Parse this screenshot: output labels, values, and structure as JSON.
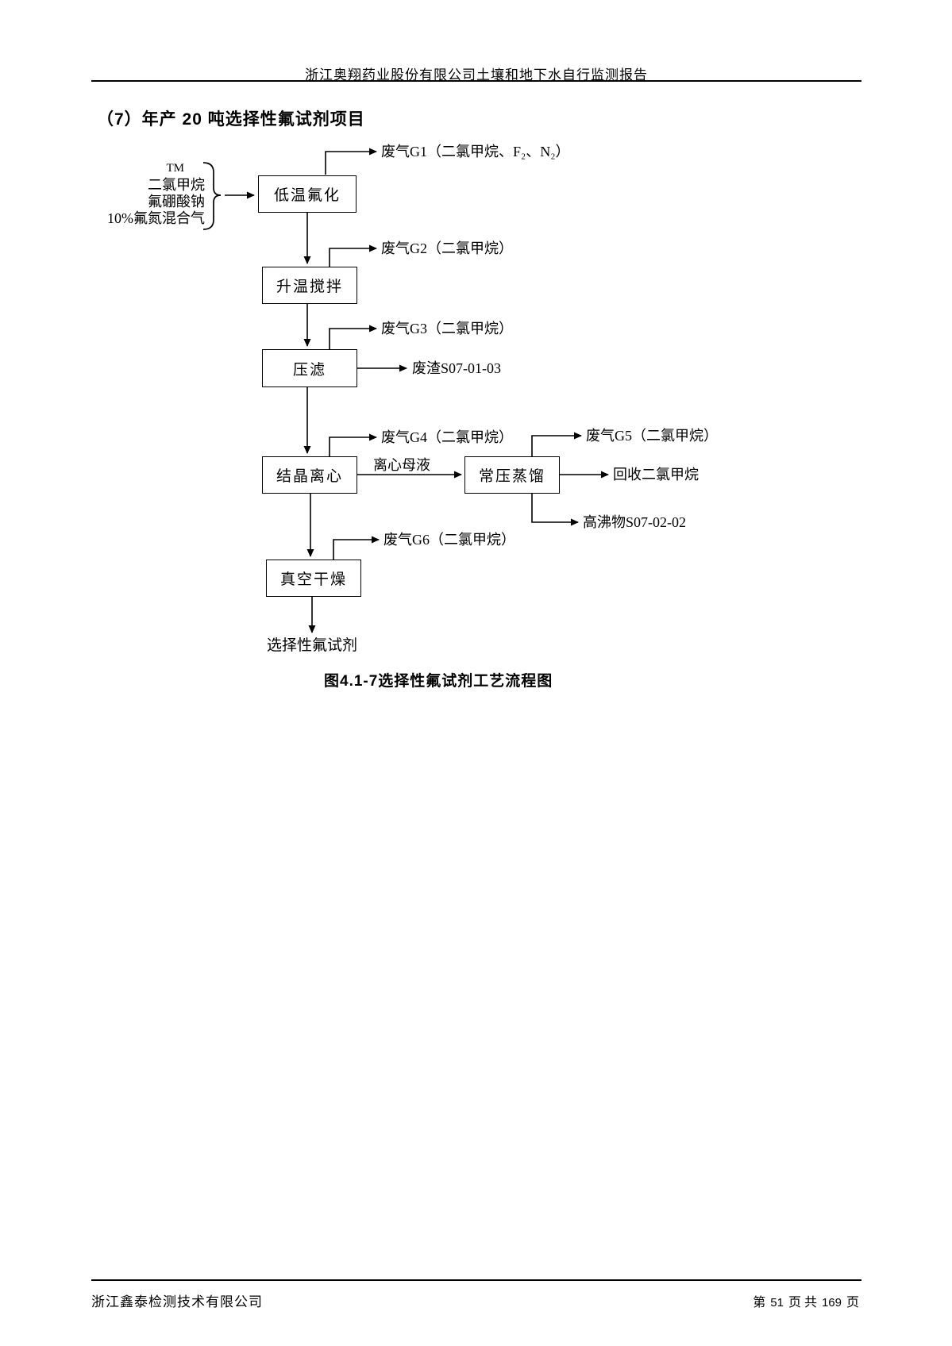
{
  "header": {
    "title": "浙江奥翔药业股份有限公司土壤和地下水自行监测报告"
  },
  "section": {
    "heading": "（7）年产 20 吨选择性氟试剂项目"
  },
  "flowchart": {
    "inputs": {
      "line1": "TM",
      "line2": "二氯甲烷",
      "line3": "氟硼酸钠",
      "line4": "10%氟氮混合气"
    },
    "boxes": {
      "low_temp_fluorination": "低温氟化",
      "heat_stir": "升温搅拌",
      "press_filter": "压滤",
      "crystal_centrifuge": "结晶离心",
      "atm_distillation": "常压蒸馏",
      "vacuum_drying": "真空干燥"
    },
    "outputs": {
      "g1": "废气G1（二氯甲烷、F₂、N₂）",
      "g2": "废气G2（二氯甲烷）",
      "g3": "废气G3（二氯甲烷）",
      "g4": "废气G4（二氯甲烷）",
      "g5": "废气G5（二氯甲烷）",
      "g6": "废气G6（二氯甲烷）",
      "waste_residue": "废渣S07-01-03",
      "centrifuge_mother_liquor": "离心母液",
      "recovered_dcm": "回收二氯甲烷",
      "high_boiler": "高沸物S07-02-02",
      "final_product": "选择性氟试剂"
    }
  },
  "figure": {
    "caption": "图4.1-7选择性氟试剂工艺流程图"
  },
  "footer": {
    "company": "浙江鑫泰检测技术有限公司",
    "page_prefix": "第",
    "page_current": "51",
    "page_middle": "页 共",
    "page_total": "169",
    "page_suffix": "页"
  }
}
